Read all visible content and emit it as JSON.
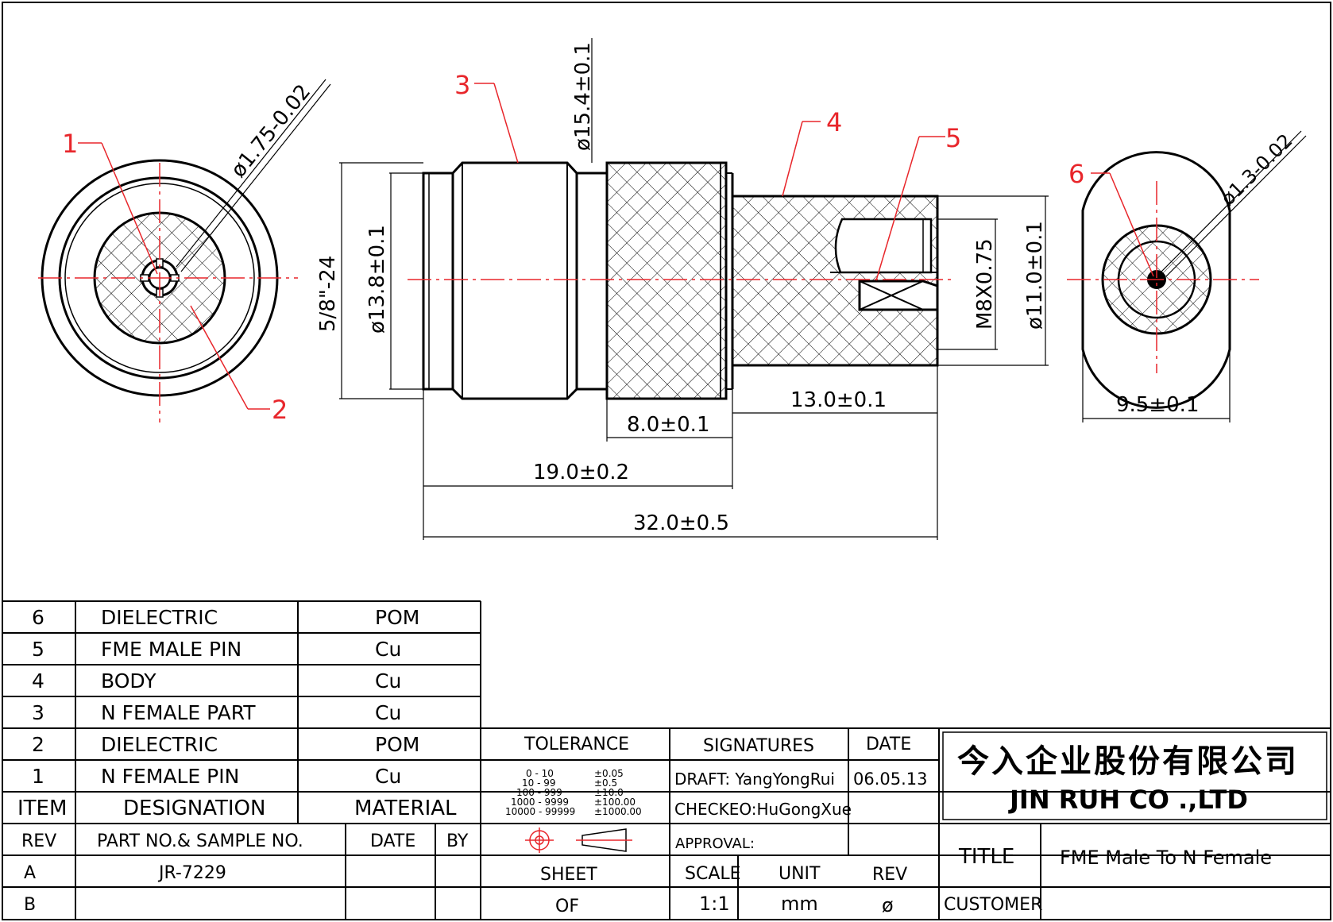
{
  "drawing": {
    "balloons": [
      "1",
      "2",
      "3",
      "4",
      "5",
      "6"
    ],
    "dims": {
      "d_pin_left": "ø1.75-0.02",
      "d_pin_right": "ø1.3-0.02",
      "d_15_4": "ø15.4±0.1",
      "thread_5_8": "5/8\"-24",
      "d_13_8": "ø13.8±0.1",
      "m8": "M8X0.75",
      "d_11_0": "ø11.0±0.1",
      "l_13_0": "13.0±0.1",
      "l_8_0": "8.0±0.1",
      "l_19_0": "19.0±0.2",
      "l_32_0": "32.0±0.5",
      "w_9_5": "9.5±0.1"
    }
  },
  "bom": {
    "rows": [
      {
        "item": "6",
        "designation": "DIELECTRIC",
        "material": "POM"
      },
      {
        "item": "5",
        "designation": "FME  MALE  PIN",
        "material": "Cu"
      },
      {
        "item": "4",
        "designation": "BODY",
        "material": "Cu"
      },
      {
        "item": "3",
        "designation": "N  FEMALE  PART",
        "material": "Cu"
      },
      {
        "item": "2",
        "designation": "DIELECTRIC",
        "material": "POM"
      },
      {
        "item": "1",
        "designation": "N  FEMALE  PIN",
        "material": "Cu"
      }
    ],
    "header": {
      "item": "ITEM",
      "designation": "DESIGNATION",
      "material": "MATERIAL"
    }
  },
  "rev_table": {
    "header": {
      "rev": "REV",
      "part": "PART NO.& SAMPLE NO.",
      "date": "DATE",
      "by": "BY"
    },
    "rows": [
      {
        "rev": "A",
        "part": "JR-7229",
        "date": "",
        "by": ""
      },
      {
        "rev": "B",
        "part": "",
        "date": "",
        "by": ""
      }
    ]
  },
  "tolerance": {
    "title": "TOLERANCE",
    "rows": [
      {
        "range": "0  -  10",
        "tol": "±0.05"
      },
      {
        "range": "10  -  99",
        "tol": "±0.5"
      },
      {
        "range": "100  -  999",
        "tol": "±10.0"
      },
      {
        "range": "1000  -  9999",
        "tol": "±100.00"
      },
      {
        "range": "10000  -  99999",
        "tol": "±1000.00"
      }
    ],
    "sheet_label": "SHEET",
    "of_label": "OF"
  },
  "signatures": {
    "title": "SIGNATURES",
    "date_title": "DATE",
    "draft": "DRAFT: YangYongRui",
    "draft_date": "06.05.13",
    "checked": "CHECKEO:HuGongXue",
    "approval": "APPROVAL:",
    "scale_label": "SCALE",
    "unit_label": "UNIT",
    "rev_label": "REV",
    "scale": "1:1",
    "unit": "mm",
    "rev": "ø"
  },
  "company": {
    "chinese": "今入企业股份有限公司",
    "english": "JIN  RUH  CO .,LTD"
  },
  "title_block": {
    "title_label": "TITLE",
    "title": "FME  Male  To  N  Female",
    "customer_label": "CUSTOMER",
    "customer": ""
  },
  "colors": {
    "annotation": "#e8262b",
    "line": "#000000"
  }
}
